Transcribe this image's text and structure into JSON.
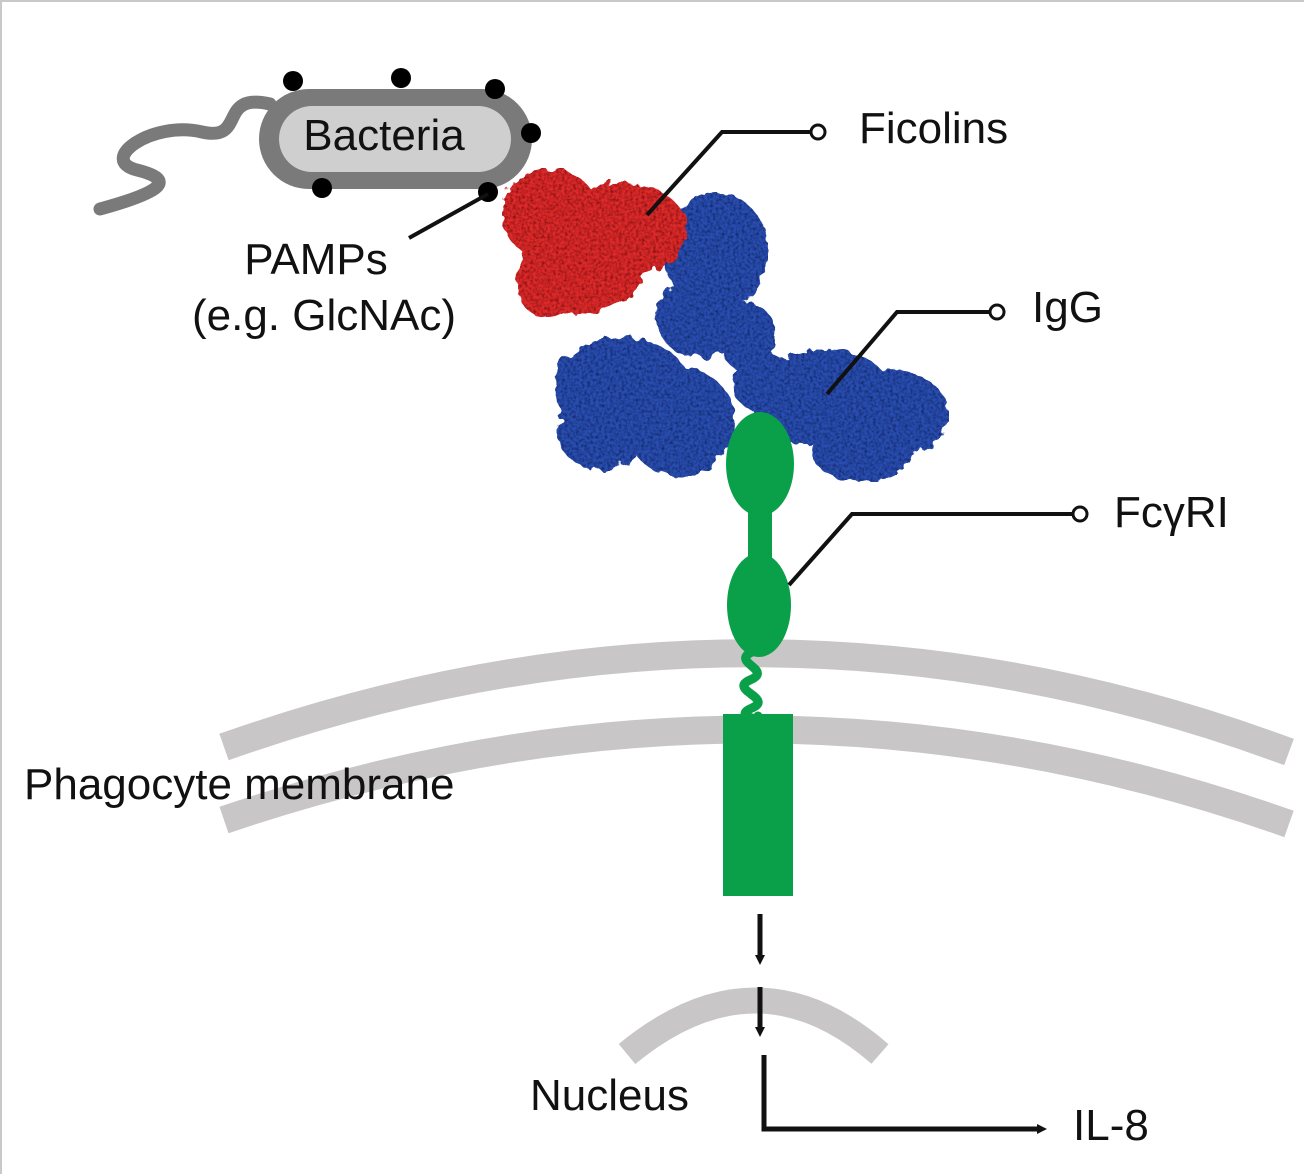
{
  "labels": {
    "bacteria": "Bacteria",
    "pamps_line1": "PAMPs",
    "pamps_line2": "(e.g. GlcNAc)",
    "ficolins": "Ficolins",
    "igg": "IgG",
    "fcgri": "FcγRI",
    "membrane": "Phagocyte membrane",
    "nucleus": "Nucleus",
    "il8": "IL-8"
  },
  "colors": {
    "bacteria_outer": "#7a7a7a",
    "bacteria_inner": "#cfcfcf",
    "ficolins": "#dd2a2a",
    "igg": "#2a4db0",
    "receptor": "#0aa04a",
    "membrane": "#c8c6c6",
    "leader": "#111111"
  }
}
